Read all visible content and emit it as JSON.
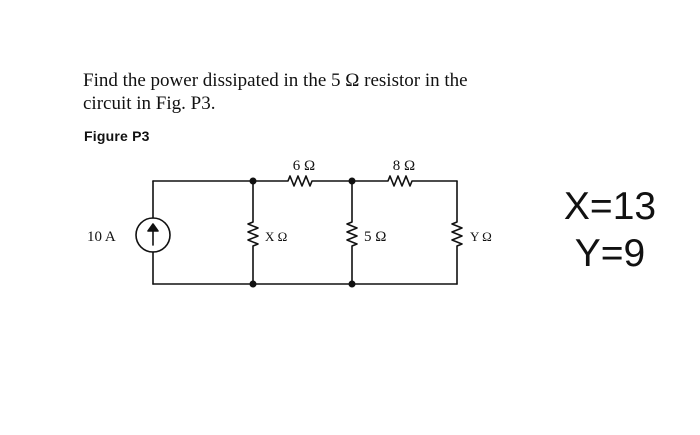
{
  "problem": {
    "line1": "Find the power dissipated in the 5 Ω resistor in the",
    "line2": "circuit in Fig. P3."
  },
  "figure": {
    "label": "Figure P3",
    "source_label": "10 A",
    "r_top_left": "6 Ω",
    "r_top_right": "8 Ω",
    "r_x": "X Ω",
    "r_5": "5 Ω",
    "r_y": "Y Ω"
  },
  "given": {
    "x": "X=13",
    "y": "Y=9"
  }
}
